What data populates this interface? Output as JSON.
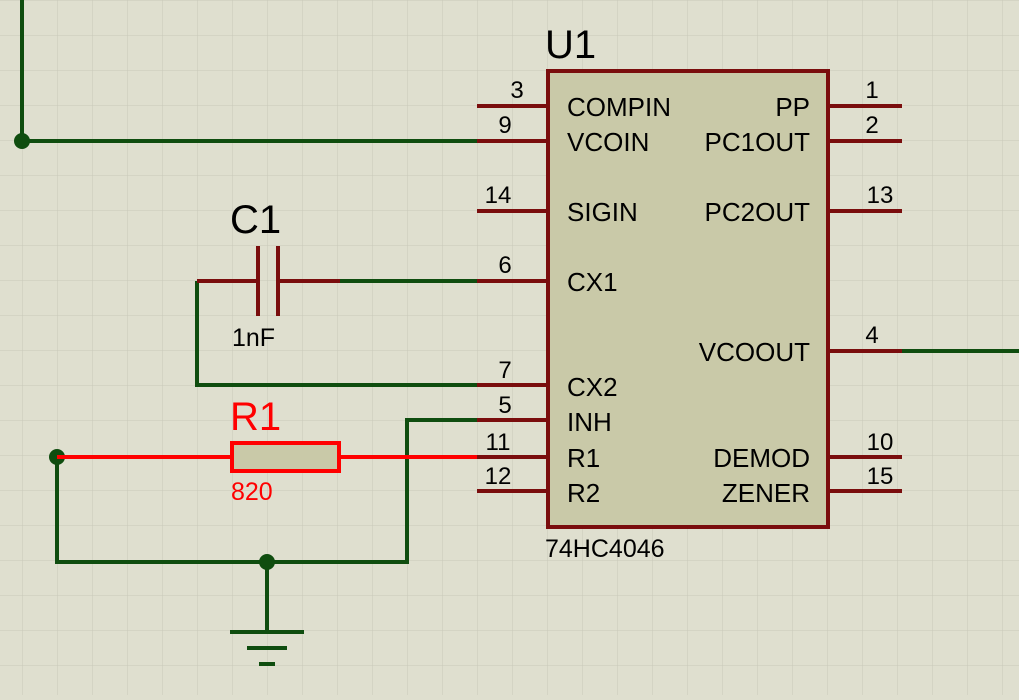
{
  "colors": {
    "background": "#dfdfcf",
    "grid": "#c9c9ba",
    "wire": "#0f4d0f",
    "pin": "#7a0d0d",
    "component_fill": "#c9c9a8",
    "component_outline": "#7a0d0d",
    "highlight": "#ff0000",
    "label": "#000000"
  },
  "ic": {
    "ref": "U1",
    "part": "74HC4046",
    "left_pins": [
      {
        "number": "3",
        "name": "COMPIN"
      },
      {
        "number": "9",
        "name": "VCOIN"
      },
      {
        "number": "14",
        "name": "SIGIN"
      },
      {
        "number": "6",
        "name": "CX1"
      },
      {
        "number": "7",
        "name": "CX2"
      },
      {
        "number": "5",
        "name": "INH"
      },
      {
        "number": "11",
        "name": "R1"
      },
      {
        "number": "12",
        "name": "R2"
      }
    ],
    "right_pins": [
      {
        "number": "1",
        "name": "PP"
      },
      {
        "number": "2",
        "name": "PC1OUT"
      },
      {
        "number": "13",
        "name": "PC2OUT"
      },
      {
        "number": "4",
        "name": "VCOOUT"
      },
      {
        "number": "10",
        "name": "DEMOD"
      },
      {
        "number": "15",
        "name": "ZENER"
      }
    ]
  },
  "capacitor": {
    "ref": "C1",
    "value": "1nF"
  },
  "resistor": {
    "ref": "R1",
    "value": "820",
    "selected": true
  },
  "ground": {
    "symbol": "ground-icon"
  }
}
